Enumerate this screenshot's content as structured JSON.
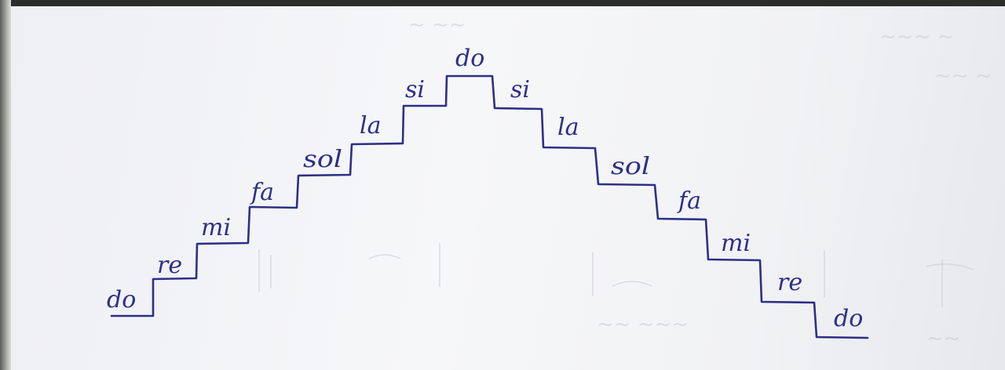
{
  "notes_ascending": [
    "do",
    "re",
    "mi",
    "fa",
    "sol",
    "la",
    "si"
  ],
  "note_top": "do",
  "notes_descending": [
    "si",
    "la",
    "sol",
    "fa",
    "mi",
    "re",
    "do"
  ],
  "ink_color": "#2e2f86",
  "paper_color": "#f4f5f7"
}
